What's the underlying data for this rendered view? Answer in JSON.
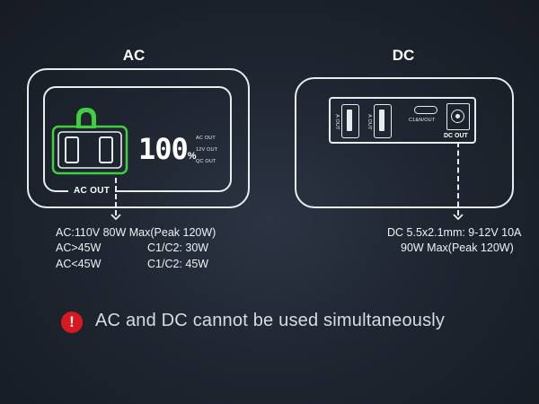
{
  "ac": {
    "heading": "AC",
    "port_label": "AC OUT",
    "percent_value": "100",
    "percent_sign": "%",
    "indicators": [
      "AC OUT",
      "12V OUT",
      "QC OUT"
    ],
    "specs": {
      "line1": "AC:110V 80W Max(Peak 120W)",
      "row2_left": "AC>45W",
      "row2_right": "C1/C2:  30W",
      "row3_left": "AC<45W",
      "row3_right": "C1/C2:  45W"
    }
  },
  "dc": {
    "heading": "DC",
    "usb_labels": [
      "A OUT",
      "A OUT"
    ],
    "typec_label": "C1&N/OUT",
    "port_label": "DC OUT",
    "specs": {
      "line1": "DC 5.5x2.1mm: 9-12V 10A",
      "line2": "90W Max(Peak 120W)"
    }
  },
  "warning": {
    "icon_text": "!",
    "text": "AC and DC cannot be used simultaneously"
  },
  "colors": {
    "accent_green": "#3fcf3f",
    "warning_red": "#d9191f",
    "background": "#1f2631"
  }
}
